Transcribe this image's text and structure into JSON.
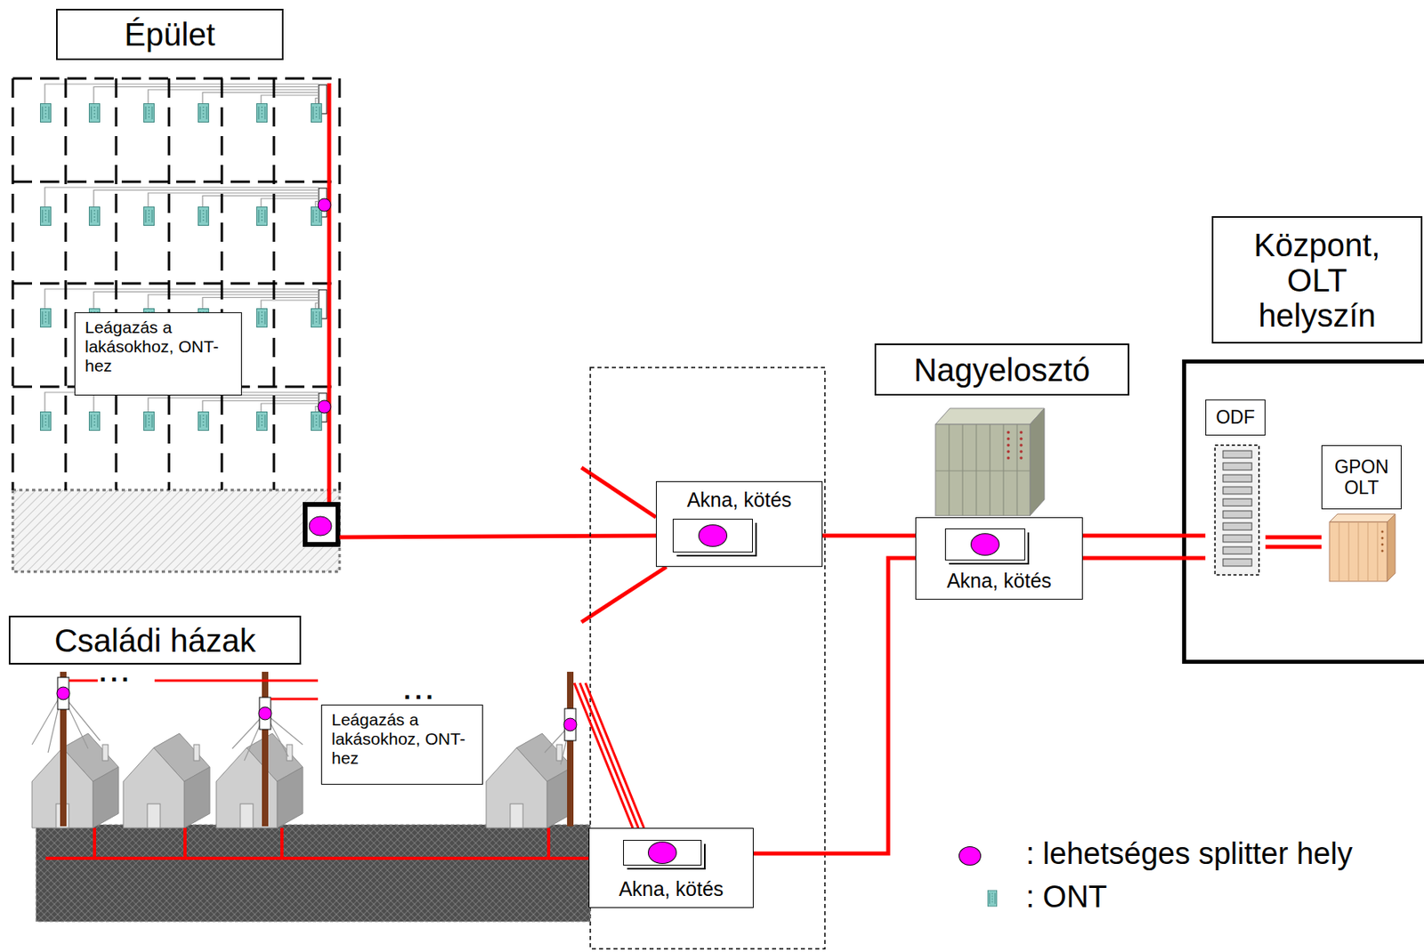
{
  "diagram": {
    "nodes": [
      {
        "text": [
          "Épület"
        ]
      },
      {
        "text": [
          "Leágazás a lakásokhoz, ONT-hez"
        ]
      },
      {
        "text": [
          "Családi házak"
        ]
      },
      {
        "text": [
          "Leágazás a lakásokhoz, ONT-hez"
        ]
      },
      {
        "text": [
          "Akna, kötés"
        ]
      },
      {
        "text": [
          "Akna, kötés"
        ]
      },
      {
        "text": [
          "Nagyelosztó"
        ]
      },
      {
        "text": [
          "Akna, kötés"
        ]
      },
      {
        "text": [
          "Központ, OLT helyszín"
        ]
      },
      {
        "text": [
          "ODF"
        ]
      },
      {
        "text": [
          "GPON OLT"
        ]
      }
    ],
    "edges": [
      {
        "from": 4,
        "to": 7,
        "arrow": "none"
      },
      {
        "from": 5,
        "to": 7,
        "arrow": "none"
      },
      {
        "from": 7,
        "to": 9,
        "arrow": "none"
      },
      {
        "from": 7,
        "to": 9,
        "arrow": "none"
      },
      {
        "from": 9,
        "to": 10,
        "arrow": "none"
      },
      {
        "from": 9,
        "to": 10,
        "arrow": "none"
      }
    ],
    "labels": [
      "...",
      "..."
    ],
    "legend": [
      {
        "text": ": lehetséges splitter hely",
        "color": "#ff00ff"
      },
      {
        "text": ": ONT"
      }
    ]
  }
}
